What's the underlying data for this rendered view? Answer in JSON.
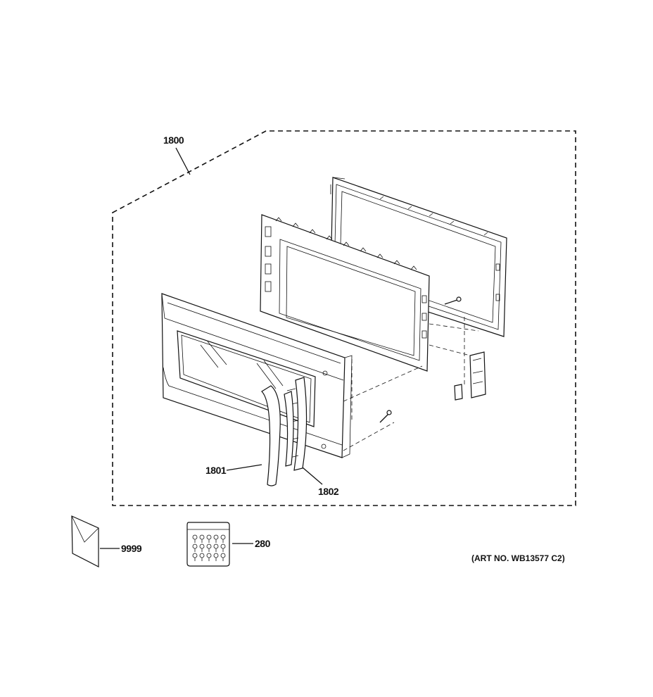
{
  "diagram": {
    "callouts": {
      "assembly": "1800",
      "handle": "1801",
      "bracket": "1802",
      "literature": "9999",
      "screws": "280"
    },
    "art_number": "(ART NO. WB13577 C2)"
  }
}
